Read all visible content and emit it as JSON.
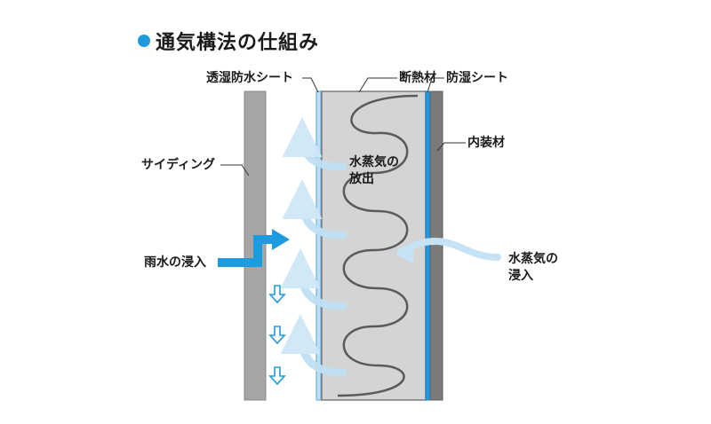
{
  "title": "通気構法の仕組み",
  "labels": {
    "breathable_sheet": "透湿防水シート",
    "insulation": "断熱材",
    "vapor_barrier": "防湿シート",
    "interior": "内装材",
    "siding": "サイディング",
    "vapor_release_1": "水蒸気の",
    "vapor_release_2": "放出",
    "rain_intrusion": "雨水の浸入",
    "vapor_intrusion_1": "水蒸気の",
    "vapor_intrusion_2": "浸入"
  },
  "colors": {
    "accent": "#1e9be0",
    "siding": "#a6a6a6",
    "insulation": "#d4d4d4",
    "interior": "#7a7a7a",
    "vapor": "#cfe7f7"
  }
}
